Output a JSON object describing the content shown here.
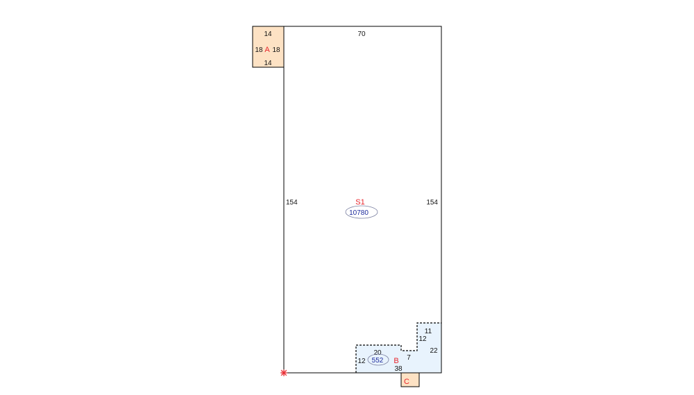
{
  "colors": {
    "outline": "#000000",
    "area_label": "#e8242b",
    "area_value": "#1c2a9c",
    "annex_fill": "#fde2c4",
    "subarea_fill": "#e8f3fd"
  },
  "main": {
    "label": "S1",
    "area": "10780",
    "top": "70",
    "left": "154",
    "right": "154"
  },
  "annex_a": {
    "label": "A",
    "top": "14",
    "bottom": "14",
    "left": "18",
    "right": "18"
  },
  "subarea_b": {
    "label": "B",
    "area": "552",
    "dims": {
      "top": "20",
      "left": "12",
      "bottom": "38",
      "step_vertical": "7",
      "inner_vertical": "12",
      "inner_top": "11",
      "right": "22"
    }
  },
  "annex_c": {
    "label": "C"
  },
  "origin_marker": "origin-marker-icon"
}
